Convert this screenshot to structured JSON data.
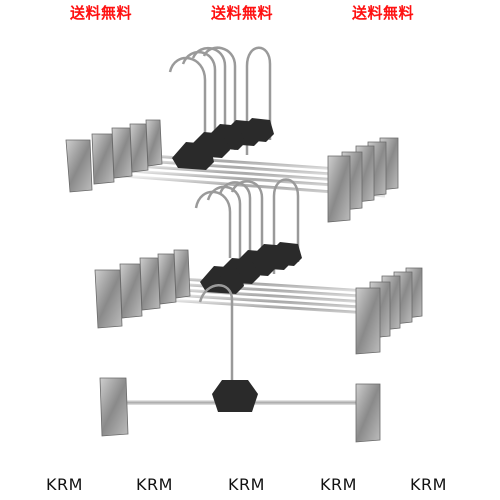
{
  "banners": [
    "送料無料",
    "送料無料",
    "送料無料"
  ],
  "brand_labels": [
    "KRM",
    "KRM",
    "KRM",
    "KRM",
    "KRM"
  ],
  "colors": {
    "banner_text": "#ff1111",
    "clip_metal": "#8c8c8c",
    "rod_metal": "#b8b8b8",
    "hook_block": "#2a2a2a"
  },
  "product": {
    "image_kind": "clip-hanger-set-illustration",
    "hanger_groups": [
      {
        "name": "top-stack",
        "count": 5
      },
      {
        "name": "middle-stack",
        "count": 5
      },
      {
        "name": "single-hanger",
        "count": 1
      }
    ]
  }
}
